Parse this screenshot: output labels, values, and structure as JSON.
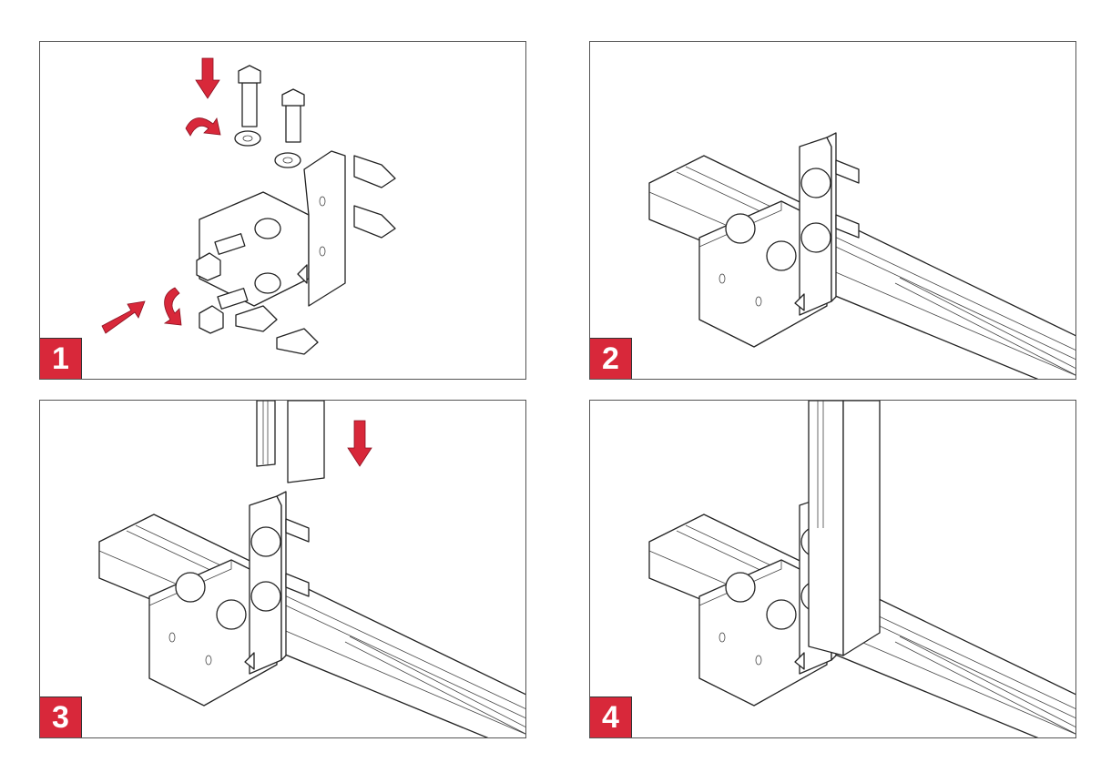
{
  "steps": [
    {
      "number": "1"
    },
    {
      "number": "2"
    },
    {
      "number": "3"
    },
    {
      "number": "4"
    }
  ],
  "colors": {
    "badge": "#d8283a",
    "arrow": "#d8283a",
    "line": "#222222"
  }
}
